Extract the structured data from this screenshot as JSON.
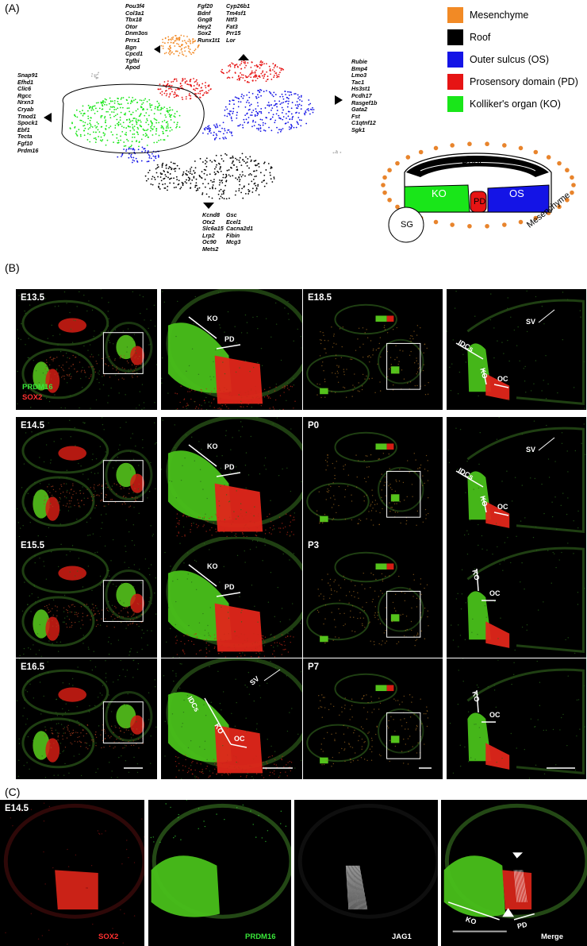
{
  "panelA": {
    "label": "(A)",
    "gene_lists": {
      "mesenchyme": [
        "Pou3f4",
        "Col3a1",
        "Tbx18",
        "Otor",
        "Dnm3os",
        "Prrx1",
        "Bgn",
        "Cpcd1",
        "Tgfbi",
        "Apod"
      ],
      "pd_top": [
        "Fgf20",
        "Bdnf",
        "Gng8",
        "Hey2",
        "Sox2",
        "Runx1t1"
      ],
      "pd_top2": [
        "Cyp26b1",
        "Tm4sf1",
        "Ntf3",
        "Fat3",
        "Prr15",
        "Lor"
      ],
      "ko": [
        "Snap91",
        "Efhd1",
        "Clic6",
        "Rgcc",
        "Nrxn3",
        "Cryab",
        "Tmod1",
        "Spock1",
        "Ebf1",
        "Tecta",
        "Fgf10",
        "Prdm16"
      ],
      "os": [
        "Rubie",
        "Bmp4",
        "Lmo3",
        "Tac1",
        "Hs3st1",
        "Pcdh17",
        "Rasgef1b",
        "Gata2",
        "Fst",
        "C1qtnf12",
        "Sgk1"
      ],
      "roof1": [
        "Kcnd8",
        "Otx2",
        "Slc6a15",
        "Lrp2",
        "Oc90",
        "Mets2"
      ],
      "roof2": [
        "Gsc",
        "Ecel1",
        "Cacna2d1",
        "Fibin",
        "Mcg3"
      ]
    },
    "legend": [
      {
        "label": "Mesenchyme",
        "color": "#f28a25"
      },
      {
        "label": "Roof",
        "color": "#000000"
      },
      {
        "label": "Outer sulcus (OS)",
        "color": "#1414e6"
      },
      {
        "label": "Prosensory domain (PD)",
        "color": "#e61414"
      },
      {
        "label": "Kolliker's organ (KO)",
        "color": "#19e619"
      }
    ],
    "schematic": {
      "roof": "Roof",
      "ko": "KO",
      "pd": "PD",
      "os": "OS",
      "sg": "SG",
      "mesenchyme": "Mesenchyme"
    }
  },
  "panelB": {
    "label": "(B)",
    "stages_left": [
      "E13.5",
      "E14.5",
      "E15.5",
      "E16.5"
    ],
    "stages_right": [
      "E18.5",
      "P0",
      "P3",
      "P7"
    ],
    "channels": {
      "green": "PRDM16",
      "red": "SOX2"
    },
    "annotations": {
      "ko": "KO",
      "pd": "PD",
      "oc": "OC",
      "idcs": "IDCs",
      "sv": "SV"
    }
  },
  "panelC": {
    "label": "(C)",
    "stage": "E14.5",
    "channels": [
      "SOX2",
      "PRDM16",
      "JAG1",
      "Merge"
    ],
    "annotations": {
      "ko": "KO",
      "pd": "PD"
    }
  }
}
